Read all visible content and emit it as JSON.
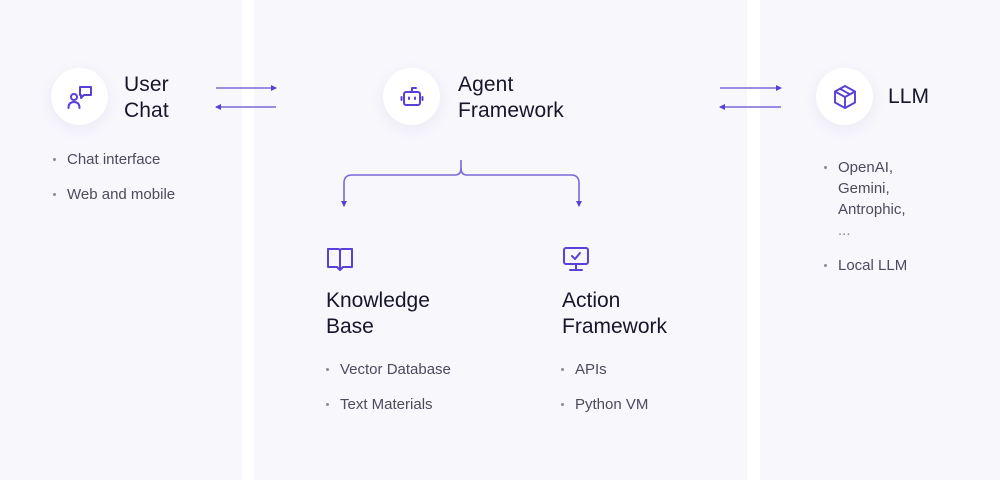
{
  "colors": {
    "accent": "#5b3fd6",
    "arrow": "#7b68d8",
    "background": "#f7f7fc",
    "title_text": "#17152a",
    "body_text": "#4d4a5e"
  },
  "nodes": {
    "user_chat": {
      "icon": "user-chat-icon",
      "title_line1": "User",
      "title_line2": "Chat",
      "bullets": [
        "Chat interface",
        "Web and mobile"
      ]
    },
    "agent_framework": {
      "icon": "robot-icon",
      "title_line1": "Agent",
      "title_line2": "Framework"
    },
    "llm": {
      "icon": "box-icon",
      "title": "LLM",
      "bullets": [
        "OpenAI,",
        "Gemini,",
        "Antrophic,",
        "...",
        "Local LLM"
      ]
    },
    "knowledge_base": {
      "icon": "book-icon",
      "title_line1": "Knowledge",
      "title_line2": "Base",
      "bullets": [
        "Vector Database",
        "Text Materials"
      ]
    },
    "action_framework": {
      "icon": "monitor-check-icon",
      "title_line1": "Action",
      "title_line2": "Framework",
      "bullets": [
        "APIs",
        "Python VM"
      ]
    }
  },
  "connections": [
    {
      "from": "user_chat",
      "to": "agent_framework",
      "type": "bidirectional"
    },
    {
      "from": "agent_framework",
      "to": "llm",
      "type": "bidirectional"
    },
    {
      "from": "agent_framework",
      "to": [
        "knowledge_base",
        "action_framework"
      ],
      "type": "branch"
    }
  ]
}
